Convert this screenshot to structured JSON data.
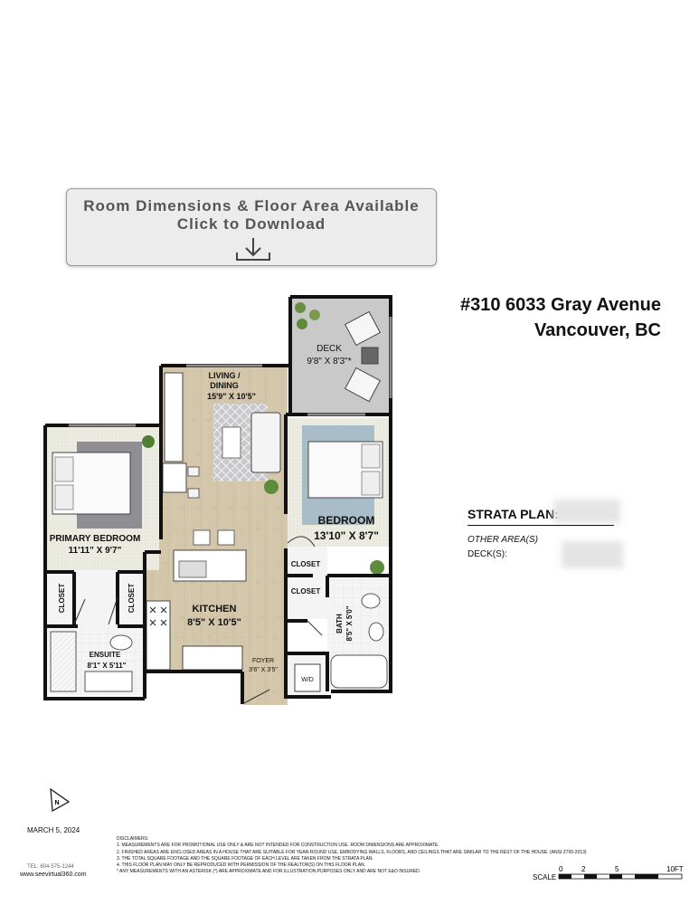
{
  "download_banner": {
    "line1": "Room Dimensions & Floor Area Available",
    "line2": "Click to Download"
  },
  "address": {
    "line1": "#310 6033 Gray Avenue",
    "line2": "Vancouver, BC"
  },
  "strata": {
    "label": "STRATA PLAN:",
    "other_areas": "OTHER AREA(S)",
    "decks": "DECK(S):"
  },
  "rooms": {
    "deck": {
      "name": "DECK",
      "dims": "9'8\" X 8'3\"*"
    },
    "living": {
      "name1": "LIVING /",
      "name2": "DINING",
      "dims": "15'9\" X 10'5\""
    },
    "bedroom": {
      "name": "BEDROOM",
      "dims": "13'10\" X 8'7\""
    },
    "primary": {
      "name": "PRIMARY BEDROOM",
      "dims": "11'11\" X 9'7\""
    },
    "kitchen": {
      "name": "KITCHEN",
      "dims": "8'5\" X 10'5\""
    },
    "ensuite": {
      "name": "ENSUITE",
      "dims": "8'1\" X 5'11\""
    },
    "bath": {
      "name": "BATH",
      "dims": "8'5\" X 5'0\""
    },
    "foyer": {
      "name": "FOYER",
      "dims": "3'6\" X 3'5\""
    },
    "closet": "CLOSET",
    "wd": "W/D"
  },
  "north": "N",
  "date": "MARCH 5, 2024",
  "tel": "TEL: 604-575-1244",
  "website": "www.seevirtual360.com",
  "disclaimers": {
    "title": "DISCLAIMERS:",
    "items": [
      "1. MEASUREMENTS ARE FOR PROMOTIONAL USE ONLY & ARE NOT INTENDED FOR CONSTRUCTION USE. ROOM DIMENSIONS ARE APPROXIMATE.",
      "2. FINISHED AREAS ARE ENCLOSED AREAS IN A HOUSE THAT ARE SUITABLE FOR YEAR-ROUND USE, EMBODYING WALLS, FLOORS, AND CEILINGS THAT ARE SIMILAR TO THE REST OF THE HOUSE. (ANSI Z765-2013)",
      "3. THE TOTAL SQUARE FOOTAGE AND THE SQUARE FOOTAGE OF EACH LEVEL ARE TAKEN FROM THE STRATA PLAN.",
      "4. THIS FLOOR PLAN MAY ONLY BE REPRODUCED WITH PERMISSION OF THE REALTOR(S) ON THIS FLOOR PLAN.",
      "* ANY MEASUREMENTS WITH AN ASTERISK (*) ARE APPROXIMATE AND FOR ILLUSTRATION PURPOSES ONLY AND ARE NOT E&O INSURED."
    ]
  },
  "scale": {
    "label": "SCALE",
    "ticks": [
      "0",
      "2",
      "5",
      "10FT"
    ]
  }
}
